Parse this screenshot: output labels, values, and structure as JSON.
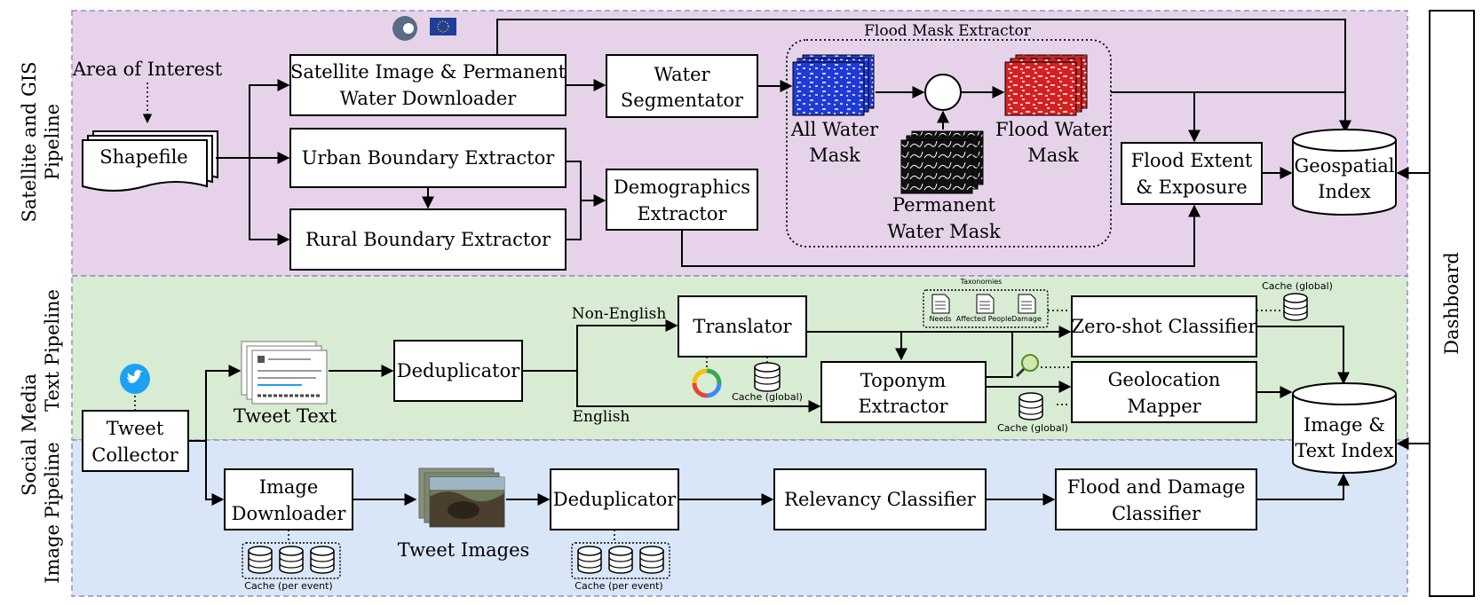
{
  "colors": {
    "satellite_band": "#e6d3ea",
    "text_band": "#d8ecd3",
    "image_band": "#d9e6f7",
    "band_border": "#9b8bbd",
    "water_blue": "#1f3ad6",
    "flood_red": "#d62020"
  },
  "labels": {
    "satellite_pipeline_l1": "Satellite and GIS",
    "satellite_pipeline_l2": "Pipeline",
    "social_media": "Social Media",
    "text_pipeline": "Text Pipeline",
    "image_pipeline": "Image Pipeline",
    "dashboard": "Dashboard"
  },
  "satellite": {
    "area_of_interest": "Area of Interest",
    "shapefile": "Shapefile",
    "downloader_l1": "Satellite Image & Permanent",
    "downloader_l2": "Water Downloader",
    "urban": "Urban Boundary Extractor",
    "rural": "Rural Boundary Extractor",
    "water_seg_l1": "Water",
    "water_seg_l2": "Segmentator",
    "demographics_l1": "Demographics",
    "demographics_l2": "Extractor",
    "flood_mask_extractor": "Flood Mask Extractor",
    "all_water_l1": "All Water",
    "all_water_l2": "Mask",
    "permanent_l1": "Permanent",
    "permanent_l2": "Water Mask",
    "flood_water_l1": "Flood Water",
    "flood_water_l2": "Mask",
    "flood_extent_l1": "Flood Extent",
    "flood_extent_l2": "& Exposure",
    "geo_index_l1": "Geospatial",
    "geo_index_l2": "Index"
  },
  "text": {
    "tweet_text": "Tweet Text",
    "deduplicator": "Deduplicator",
    "non_english": "Non-English",
    "english": "English",
    "translator": "Translator",
    "cache_global": "Cache (global)",
    "toponym_l1": "Toponym",
    "toponym_l2": "Extractor",
    "taxonomies": "Taxonomies",
    "tax_needs": "Needs",
    "tax_affected": "Affected People",
    "tax_damage": "Damage",
    "zero_shot": "Zero-shot Classifier",
    "geoloc_l1": "Geolocation",
    "geoloc_l2": "Mapper",
    "index_l1": "Image &",
    "index_l2": "Text Index",
    "tweet_collector_l1": "Tweet",
    "tweet_collector_l2": "Collector",
    "google_letter": "G"
  },
  "image": {
    "downloader_l1": "Image",
    "downloader_l2": "Downloader",
    "cache_per_event": "Cache (per event)",
    "tweet_images": "Tweet Images",
    "deduplicator": "Deduplicator",
    "relevancy": "Relevancy Classifier",
    "flood_damage_l1": "Flood and Damage",
    "flood_damage_l2": "Classifier"
  }
}
